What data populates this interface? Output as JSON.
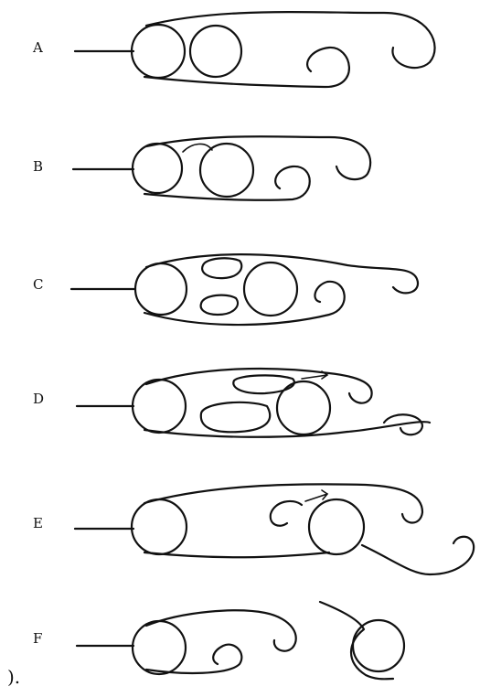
{
  "panels": [
    {
      "label": "A"
    },
    {
      "label": "B"
    },
    {
      "label": "C"
    },
    {
      "label": "D"
    },
    {
      "label": "E"
    },
    {
      "label": "F"
    }
  ],
  "caption": ")."
}
